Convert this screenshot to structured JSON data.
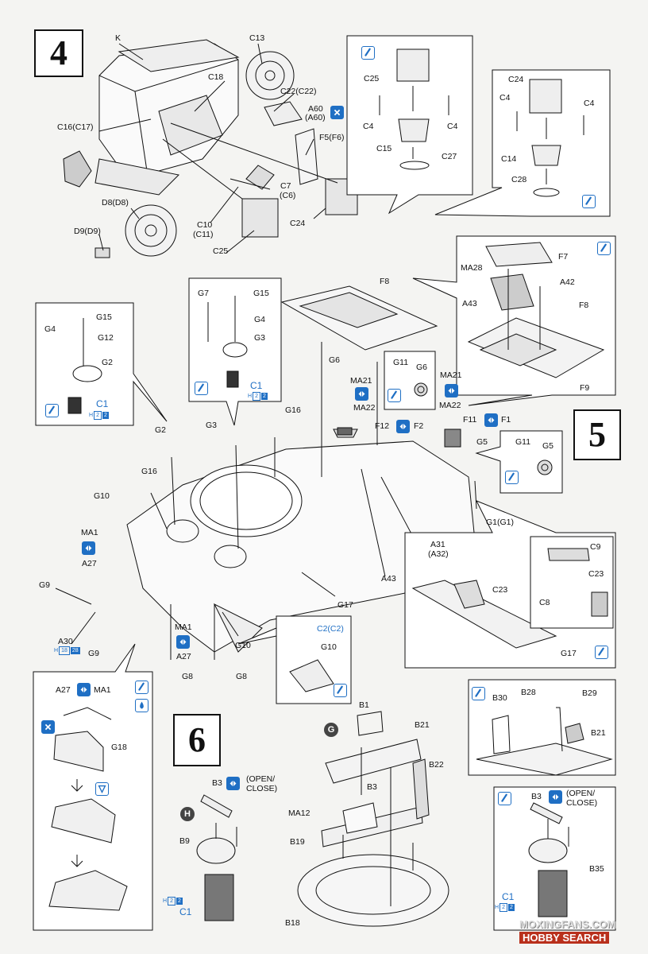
{
  "steps": {
    "s4": "4",
    "s5": "5",
    "s6": "6"
  },
  "circles": {
    "g": "G",
    "h": "H"
  },
  "labels": {
    "K": "K",
    "C13": "C13",
    "C18": "C18",
    "C22": "C22(C22)",
    "A60": "A60",
    "A60p": "(A60)",
    "C16": "C16(C17)",
    "F5": "F5(F6)",
    "C7": "C7",
    "C6": "(C6)",
    "D8": "D8(D8)",
    "C10": "C10",
    "C11": "(C11)",
    "D9": "D9(D9)",
    "C25a": "C25",
    "C24a": "C24",
    "C25b": "C25",
    "C4a": "C4",
    "C4b": "C4",
    "C15": "C15",
    "C27": "C27",
    "C24b": "C24",
    "C4c": "C4",
    "C4d": "C4",
    "C14": "C14",
    "C28": "C28",
    "F8a": "F8",
    "F7": "F7",
    "MA28": "MA28",
    "A42": "A42",
    "A43a": "A43",
    "F8b": "F8",
    "F9": "F9",
    "G7a": "G7",
    "G15a": "G15",
    "G4a": "G4",
    "G3a": "G3",
    "C1a": "C1",
    "G15b": "G15",
    "G4b": "G4",
    "G12": "G12",
    "G2a": "G2",
    "C1b": "C1",
    "G6a": "G6",
    "G11a": "G11",
    "G6b": "G6",
    "MA21a": "MA21",
    "MA22a": "MA22",
    "MA21b": "MA21",
    "MA22b": "MA22",
    "F11": "F11",
    "F1": "F1",
    "F12": "F12",
    "F2": "F2",
    "G5a": "G5",
    "G11b": "G11",
    "G5b": "G5",
    "G16a": "G16",
    "G2b": "G2",
    "G3b": "G3",
    "G16b": "G16",
    "G10a": "G10",
    "MA1a": "MA1",
    "A27a": "A27",
    "G9a": "G9",
    "A30": "A30",
    "G9b": "G9",
    "MA1b": "MA1",
    "A27b": "A27",
    "G8a": "G8",
    "G8b": "G8",
    "G10b": "G10",
    "G1": "G1(G1)",
    "A31": "A31",
    "A32": "(A32)",
    "A43b": "A43",
    "G17a": "G17",
    "C9": "C9",
    "C23a": "C23",
    "C23b": "C23",
    "C8": "C8",
    "G17b": "G17",
    "C2": "C2(C2)",
    "G10c": "G10",
    "A27c": "A27",
    "MA1c": "MA1",
    "G18": "G18",
    "B3a": "B3",
    "open1": "(OPEN/",
    "close1": "CLOSE)",
    "B9": "B9",
    "C1c": "C1",
    "B1": "B1",
    "B21a": "B21",
    "B22": "B22",
    "B3b": "B3",
    "MA12": "MA12",
    "B19": "B19",
    "B18": "B18",
    "B30": "B30",
    "B28": "B28",
    "B29": "B29",
    "B21b": "B21",
    "B3c": "B3",
    "open2": "(OPEN/",
    "close2": "CLOSE)",
    "C1d": "C1",
    "B35": "B35"
  },
  "hcodes": {
    "h2": "H",
    "n2a": "2",
    "n2b": "2",
    "h18": "H",
    "n18": "18",
    "n28": "28"
  },
  "watermark": {
    "top": "MOXINGFANS.COM",
    "bottom": "HOBBY SEARCH"
  },
  "icon_names": [
    "glue-icon",
    "flip-icon",
    "drill-icon",
    "cut-icon",
    "paint-icon"
  ],
  "colors": {
    "accent": "#1f6fc4",
    "line": "#111111",
    "paper": "#f4f4f2"
  }
}
